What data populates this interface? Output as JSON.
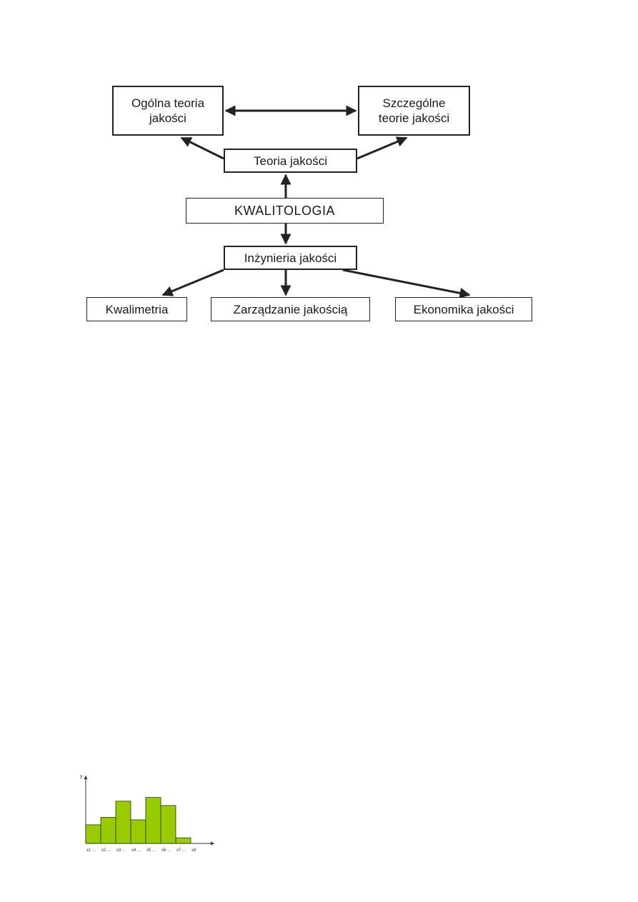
{
  "diagram": {
    "nodes": {
      "ogolna": "Ogólna teoria\njakości",
      "szczegolne": "Szczególne\nteorie jakości",
      "teoria": "Teoria jakości",
      "kwalitologia": "KWALITOLOGIA",
      "inzynieria": "Inżynieria jakości",
      "kwalimetria": "Kwalimetria",
      "zarzadzanie": "Zarządzanie jakością",
      "ekonomika": "Ekonomika jakości"
    }
  },
  "chart_data": {
    "type": "bar",
    "ylabel": "y",
    "xlabel": "",
    "categories": [
      "x1 ...",
      "x2 ...",
      "x3 ...",
      "x4 ...",
      "x5 ...",
      "x6 ...",
      "x7 ...",
      "x8"
    ],
    "values": [
      3.0,
      4.2,
      6.8,
      3.8,
      7.4,
      6.1,
      0.9
    ],
    "ylim": [
      0,
      10
    ],
    "bar_color": "#99cc00",
    "bar_edge_color": "#2a3300",
    "grid": false
  }
}
